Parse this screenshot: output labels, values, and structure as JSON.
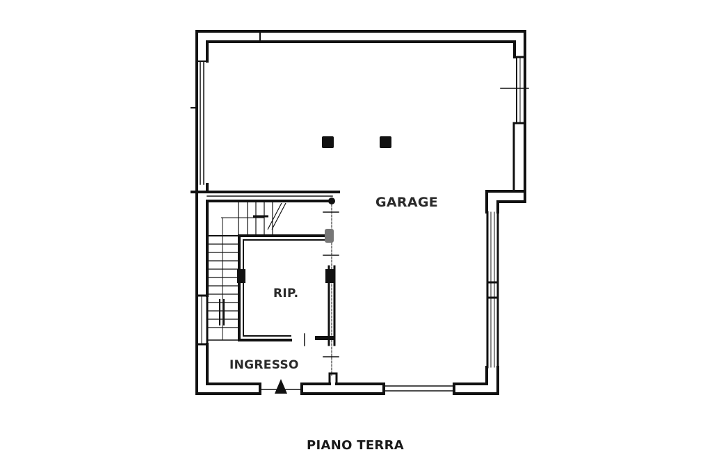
{
  "plan": {
    "rooms": [
      {
        "id": "garage",
        "label": "GARAGE"
      },
      {
        "id": "ripostiglio",
        "label": "RIP."
      },
      {
        "id": "ingresso",
        "label": "INGRESSO"
      }
    ],
    "floor_title": "PIANO TERRA",
    "colors": {
      "wall": "#111111",
      "background": "#ffffff",
      "label": "#2a2a2a"
    },
    "features": [
      "entrance-arrow",
      "staircase",
      "two-columns",
      "windows",
      "doors"
    ]
  }
}
